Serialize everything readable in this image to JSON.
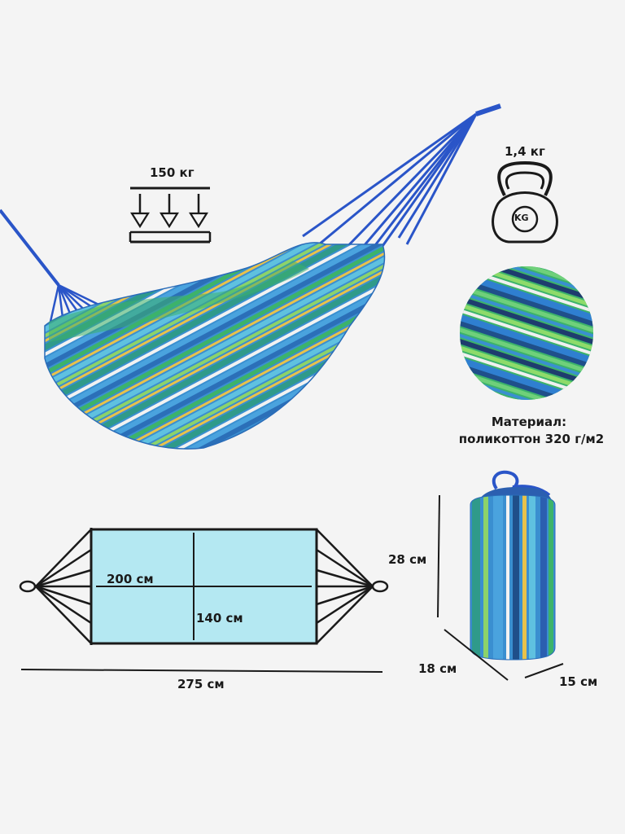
{
  "load": {
    "label": "150 кг"
  },
  "weight": {
    "label": "1,4 кг",
    "badge": "KG"
  },
  "material": {
    "line1": "Материал:",
    "line2": "поликоттон 320 г/м2"
  },
  "plan": {
    "length_inner": "200 см",
    "width": "140 см",
    "length_total": "275 см"
  },
  "bag": {
    "height": "28 см",
    "depth": "18 см",
    "width": "15 см"
  },
  "colors": {
    "fabric_blue": "#3a8fd0",
    "fabric_green": "#3cb36a",
    "fabric_yellow": "#e8c24a",
    "rope": "#2a55c8",
    "plan_fill": "#b4e8f2"
  }
}
